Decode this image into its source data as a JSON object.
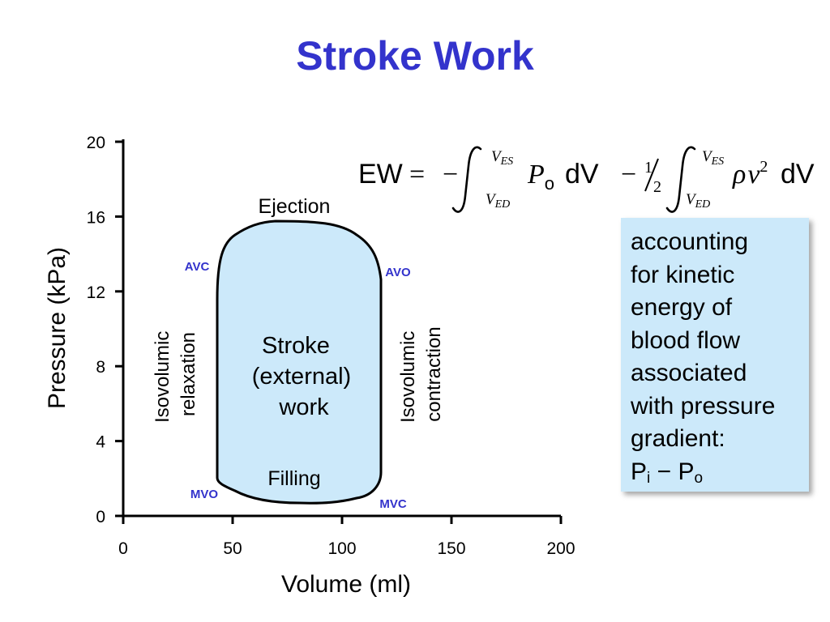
{
  "slide": {
    "title": "Stroke Work",
    "title_color": "#3333cc"
  },
  "axes": {
    "x_label": "Volume (ml)",
    "y_label": "Pressure (kPa)",
    "x_ticks": [
      "0",
      "50",
      "100",
      "150",
      "200"
    ],
    "y_ticks": [
      "0",
      "4",
      "8",
      "12",
      "16",
      "20"
    ],
    "x_range": [
      0,
      200
    ],
    "y_range": [
      0,
      20
    ]
  },
  "loop": {
    "fill_color": "#cce9fa",
    "center_label_lines": [
      "Stroke",
      "(external)",
      "work"
    ],
    "top_label": "Ejection",
    "bottom_label": "Filling",
    "left_label_lines": [
      "Isovolumic",
      "relaxation"
    ],
    "right_label_lines": [
      "Isovolumic",
      "contraction"
    ],
    "valve_color": "#3333cc",
    "valves": {
      "avc": "AVC",
      "avo": "AVO",
      "mvo": "MVO",
      "mvc": "MVC"
    }
  },
  "equation": {
    "lhs": "EW",
    "equals": "=",
    "minus": "−",
    "upper_limit_base": "V",
    "upper_limit_sub": "ES",
    "lower_limit_base": "V",
    "lower_limit_sub": "ED",
    "p_base": "P",
    "p_sub": "o",
    "dv": "dV",
    "half_num": "1",
    "half_den": "2",
    "rho": "ρ",
    "v_base": "v",
    "v_exp": "2"
  },
  "callout": {
    "background": "#cce9fa",
    "lines": [
      "accounting",
      "for kinetic",
      "energy of",
      "blood flow",
      "associated",
      "with pressure",
      "gradient:"
    ],
    "gradient_p1": "P",
    "gradient_sub1": "i",
    "gradient_op": " − ",
    "gradient_p2": "P",
    "gradient_sub2": "o"
  }
}
